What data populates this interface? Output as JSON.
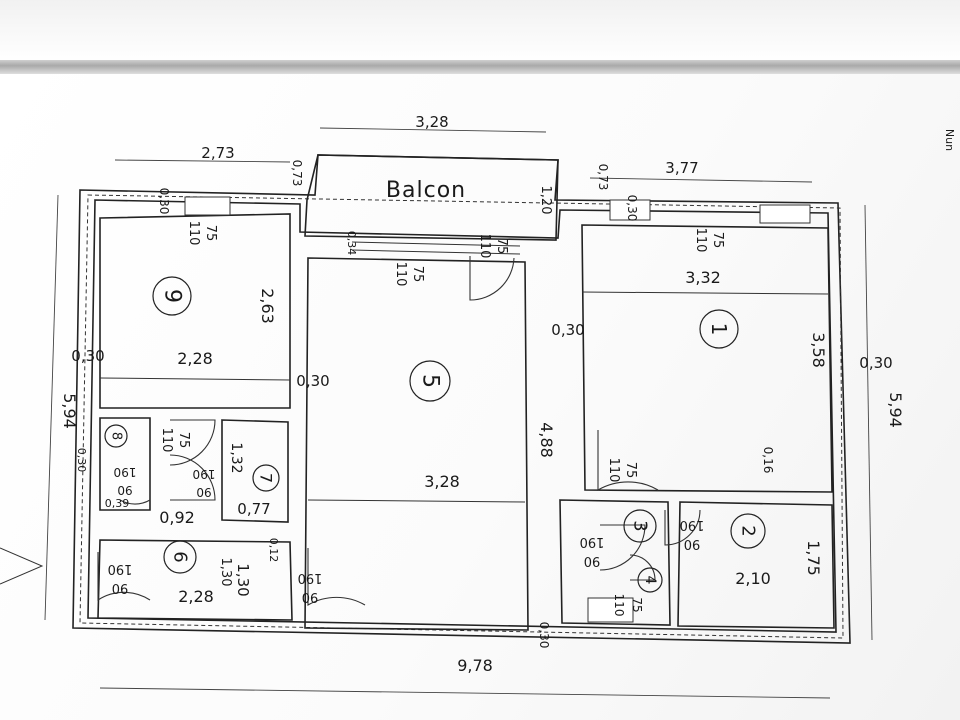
{
  "balcony": {
    "label": "Balcon"
  },
  "rooms": [
    {
      "number": "1",
      "dims": [
        "3,32",
        "3,58"
      ]
    },
    {
      "number": "2",
      "dims": [
        "2,10",
        "1,75"
      ]
    },
    {
      "number": "3",
      "dims": []
    },
    {
      "number": "4",
      "dims": []
    },
    {
      "number": "5",
      "dims": [
        "3,28",
        "4,88"
      ]
    },
    {
      "number": "6",
      "dims": [
        "2,28",
        "1,30"
      ]
    },
    {
      "number": "7",
      "dims": [
        "1,32",
        "0,77"
      ]
    },
    {
      "number": "8",
      "dims": [
        "0,92"
      ]
    },
    {
      "number": "9",
      "dims": [
        "2,28",
        "2,63"
      ]
    }
  ],
  "overall": {
    "width": "9,78",
    "height_left": "5,94",
    "height_right": "5,94",
    "top_left": "2,73",
    "top_mid": "3,28",
    "top_right": "3,77"
  },
  "dimension_labels": [
    "0,73",
    "0,73",
    "1,20",
    "0,30",
    "0,30",
    "0,34",
    "0,30",
    "0,30",
    "0,30",
    "0,30",
    "0,30",
    "0,16",
    "0,30",
    "0,12",
    "0,39",
    "1,30"
  ],
  "door_labels": [
    "75",
    "110",
    "75",
    "110",
    "75",
    "110",
    "75",
    "110",
    "75",
    "110",
    "75",
    "110",
    "75",
    "110",
    "190",
    "90",
    "190",
    "90",
    "190",
    "90",
    "190",
    "90",
    "190",
    "90",
    "190",
    "90"
  ],
  "edge_text": "Nun"
}
